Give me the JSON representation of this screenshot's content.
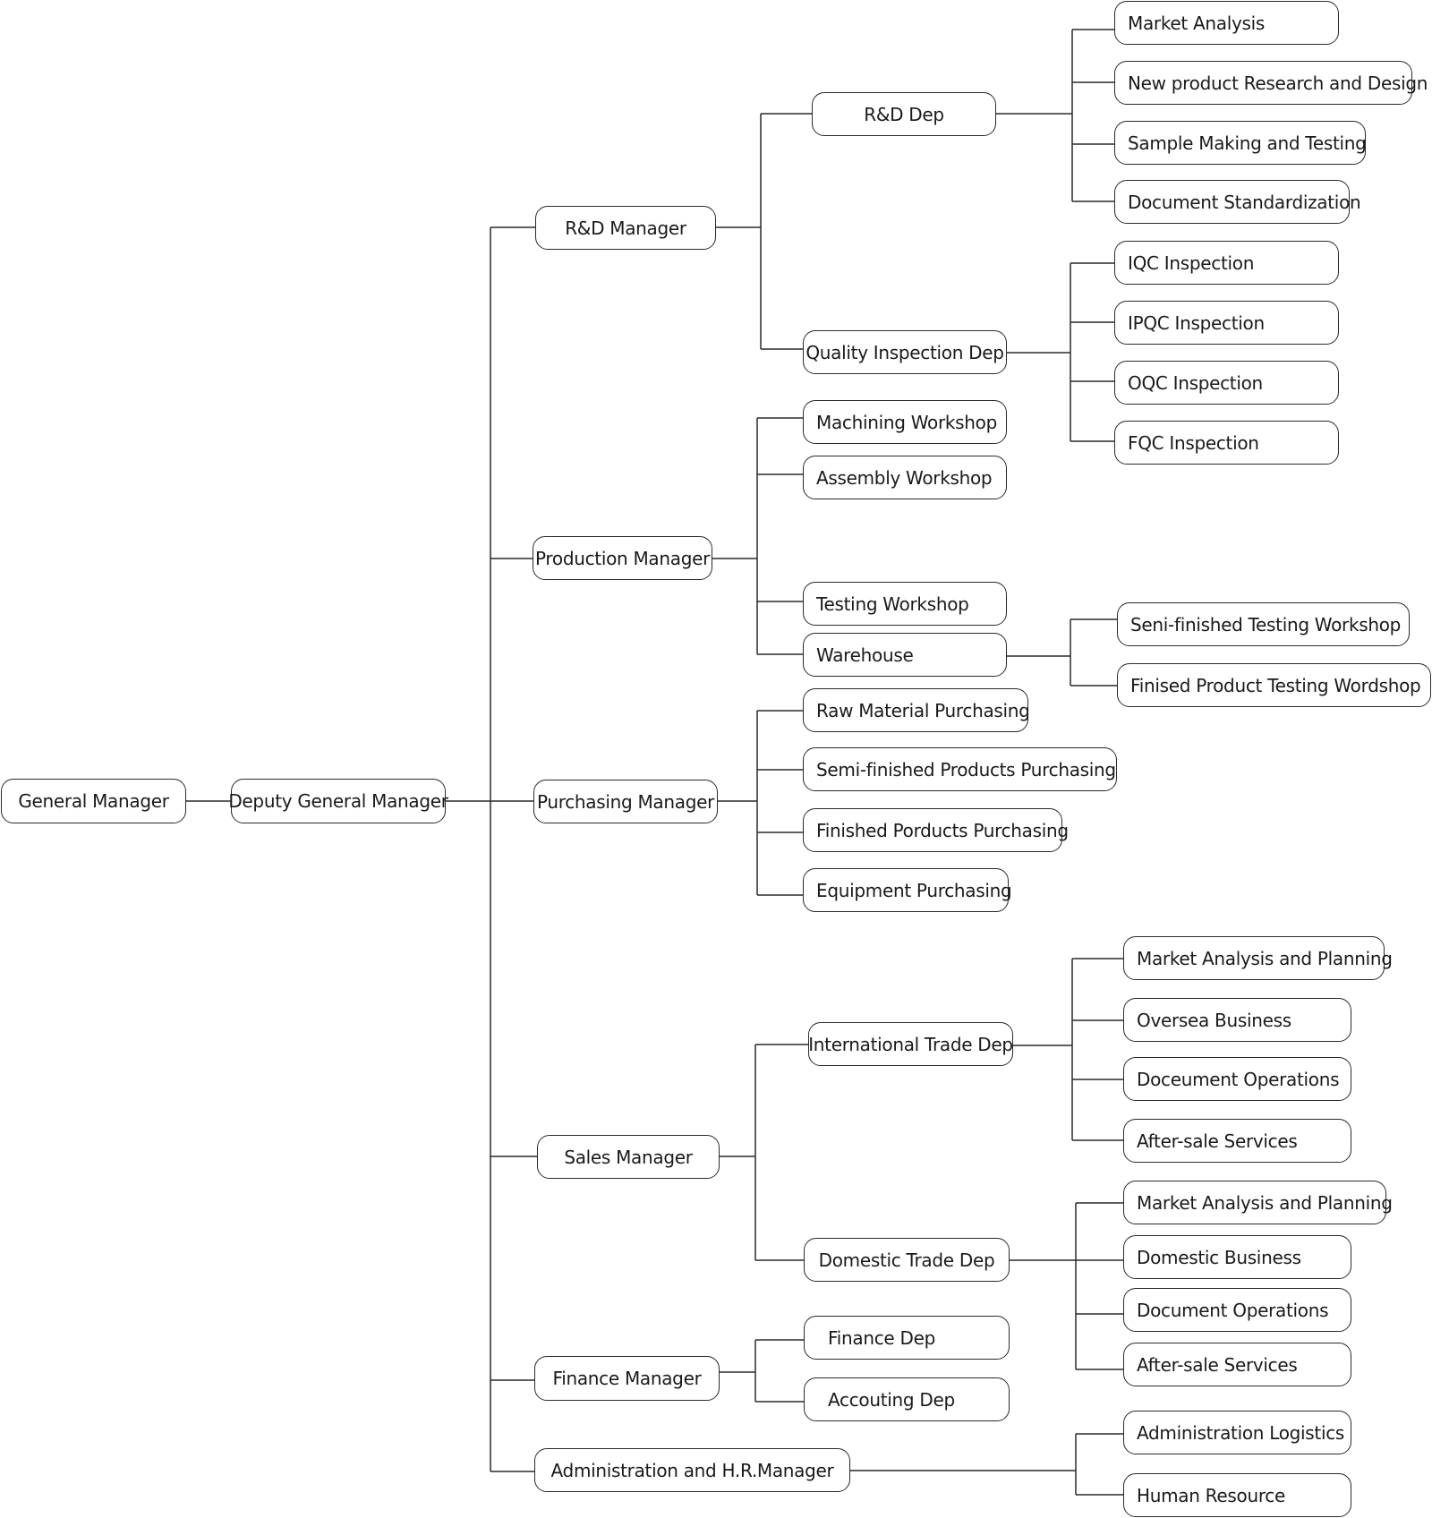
{
  "nodes": {
    "general_manager": "General Manager",
    "deputy_general_manager": "Deputy General Manager",
    "rd_manager": "R&D Manager",
    "rd_dep": "R&D Dep",
    "market_analysis": "Market Analysis",
    "new_product_research": "New product Research and Design",
    "sample_making": "Sample Making and Testing",
    "document_standardization": "Document Standardization",
    "quality_inspection_dep": "Quality Inspection Dep",
    "iqc_inspection": "IQC Inspection",
    "ipqc_inspection": "IPQC Inspection",
    "oqc_inspection": "OQC Inspection",
    "fqc_inspection": "FQC Inspection",
    "production_manager": "Production Manager",
    "machining_workshop": "Machining Workshop",
    "assembly_workshop": "Assembly Workshop",
    "testing_workshop": "Testing Workshop",
    "warehouse": "Warehouse",
    "semi_finished_testing_workshop": "Seni-finished Testing Workshop",
    "finished_product_testing_workshop": "Finised Product Testing Wordshop",
    "purchasing_manager": "Purchasing Manager",
    "raw_material_purchasing": "Raw Material Purchasing",
    "semi_finished_products_purchasing": "Semi-finished Products Purchasing",
    "finished_products_purchasing": "Finished Porducts Purchasing",
    "equipment_purchasing": "Equipment Purchasing",
    "sales_manager": "Sales Manager",
    "international_trade_dep": "International Trade Dep",
    "intl_market_analysis_planning": "Market Analysis and Planning",
    "oversea_business": "Oversea Business",
    "intl_document_operations": "Doceument Operations",
    "intl_after_sale_services": "After-sale Services",
    "domestic_trade_dep": "Domestic Trade Dep",
    "dom_market_analysis_planning": "Market Analysis and Planning",
    "domestic_business": "Domestic Business",
    "dom_document_operations": "Document Operations",
    "dom_after_sale_services": "After-sale Services",
    "finance_manager": "Finance Manager",
    "finance_dep": "Finance Dep",
    "accounting_dep": "Accouting Dep",
    "admin_hr_manager": "Administration and H.R.Manager",
    "administration_logistics": "Administration Logistics",
    "human_resource": "Human Resource"
  }
}
